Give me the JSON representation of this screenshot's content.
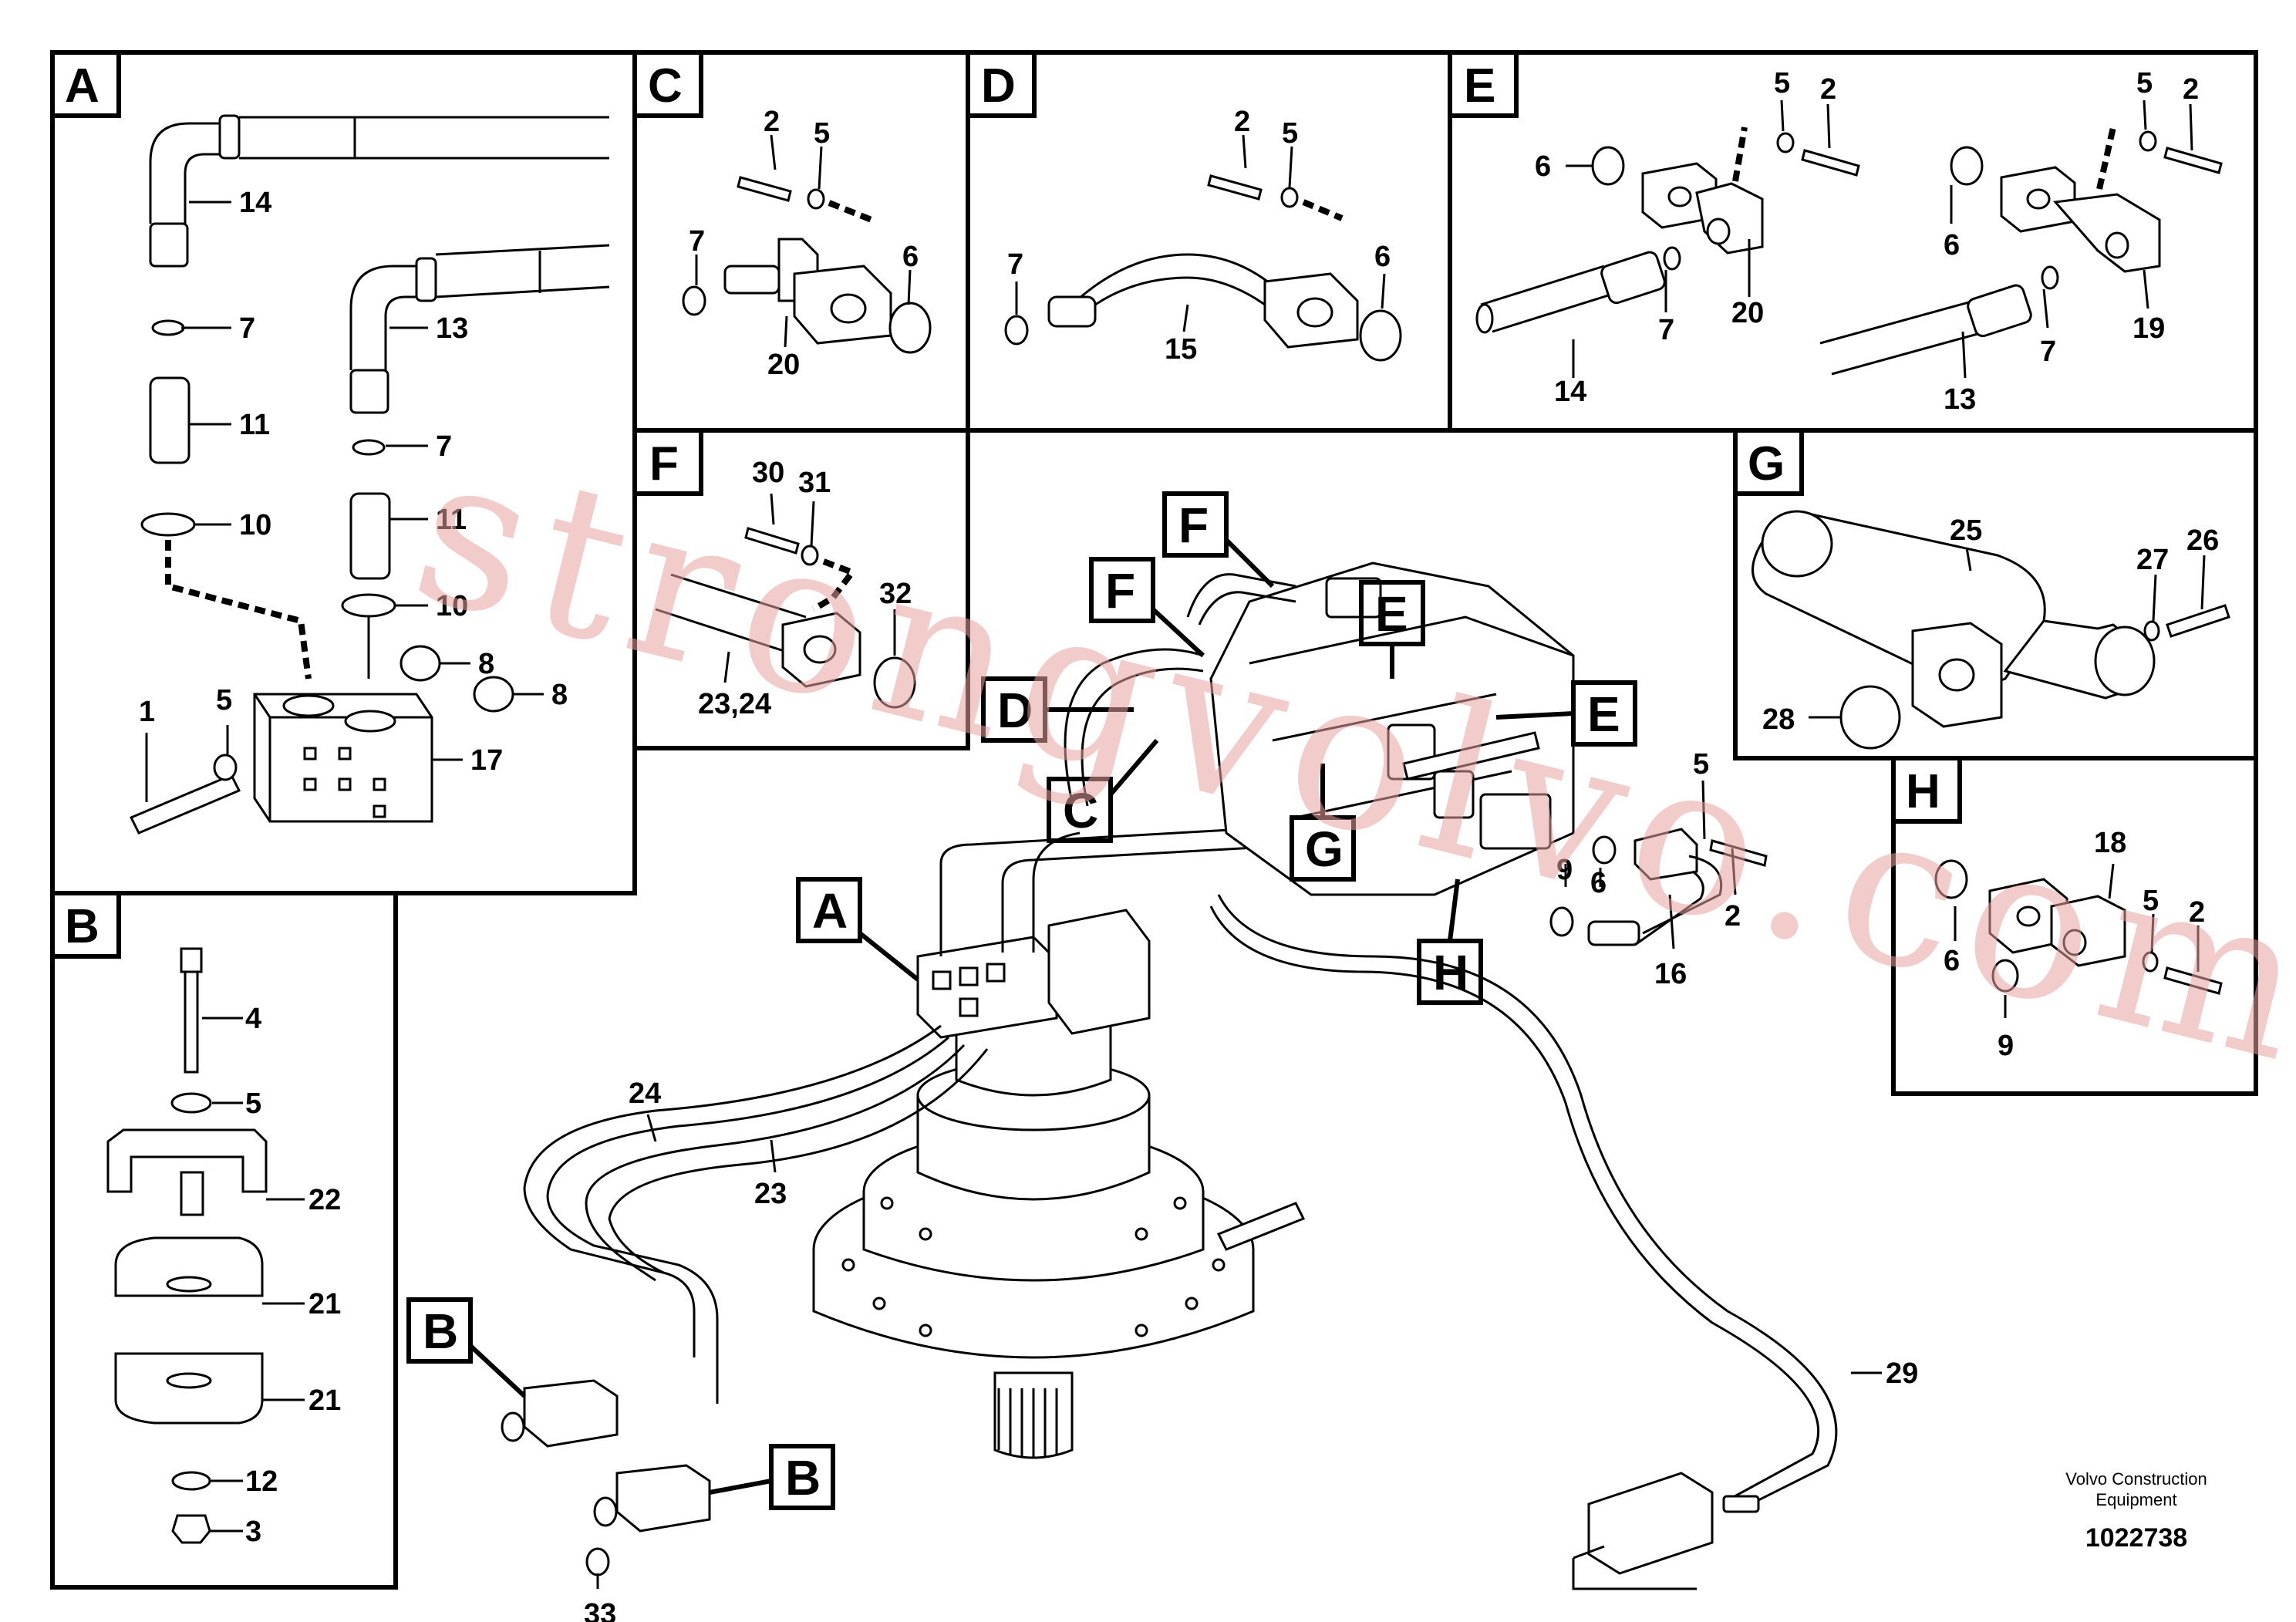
{
  "panels": {
    "A": {
      "letter": "A",
      "labels": [
        "14",
        "7",
        "11",
        "10",
        "13",
        "7",
        "11",
        "10",
        "8",
        "8",
        "5",
        "1",
        "17"
      ]
    },
    "B": {
      "letter": "B",
      "labels": [
        "4",
        "5",
        "22",
        "21",
        "21",
        "12",
        "3"
      ]
    },
    "C": {
      "letter": "C",
      "labels": [
        "2",
        "5",
        "7",
        "6",
        "20"
      ]
    },
    "D": {
      "letter": "D",
      "labels": [
        "2",
        "5",
        "7",
        "6",
        "15"
      ]
    },
    "E": {
      "letter": "E",
      "labels": [
        "5",
        "2",
        "6",
        "20",
        "7",
        "14",
        "5",
        "2",
        "6",
        "19",
        "7",
        "13"
      ]
    },
    "F": {
      "letter": "F",
      "labels": [
        "30",
        "31",
        "32",
        "23,24"
      ]
    },
    "G": {
      "letter": "G",
      "labels": [
        "25",
        "27",
        "26",
        "28"
      ]
    },
    "H": {
      "letter": "H",
      "labels": [
        "18",
        "6",
        "5",
        "2",
        "9"
      ]
    }
  },
  "main": {
    "callouts": [
      "F",
      "F",
      "E",
      "D",
      "E",
      "C",
      "G",
      "A",
      "H",
      "B",
      "B"
    ],
    "labels": [
      "24",
      "23",
      "5",
      "9",
      "6",
      "2",
      "16",
      "29",
      "33"
    ]
  },
  "watermark": "strongvolvo.com",
  "caption": {
    "line1": "Volvo Construction",
    "line2": "Equipment",
    "doc_number": "1022738"
  }
}
